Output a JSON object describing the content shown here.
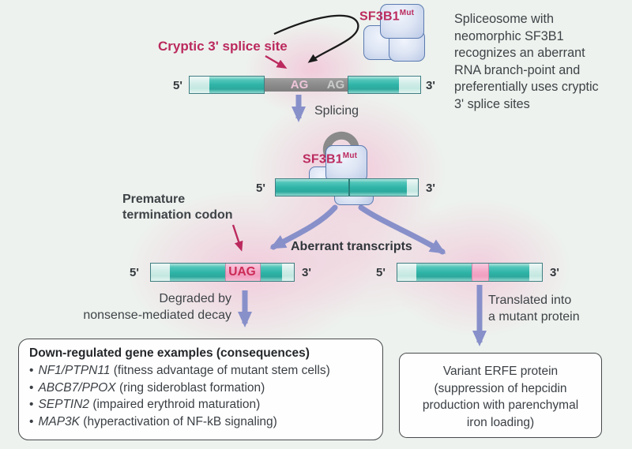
{
  "labels": {
    "cryptic_site": "Cryptic 3' splice site",
    "sf3b1": "SF3B1",
    "mut": "Mut",
    "spliceosome_note": "Spliceosome with\nneomorphic SF3B1\nrecognizes an aberrant\nRNA branch-point and\npreferentially uses cryptic\n3' splice sites",
    "splicing": "Splicing",
    "premature": "Premature\ntermination codon",
    "aberrant": "Aberrant transcripts",
    "degraded": "Degraded by\nnonsense-mediated decay",
    "translated": "Translated into\na mutant protein"
  },
  "pre_mrna": {
    "five_prime": "5'",
    "three_prime": "3'",
    "ag_cryptic": "AG",
    "ag_canonical": "AG"
  },
  "spliced_mrna": {
    "five_prime": "5'",
    "three_prime": "3'"
  },
  "nmd_transcript": {
    "five_prime": "5'",
    "three_prime": "3'",
    "stop_codon": "UAG"
  },
  "mutant_transcript": {
    "five_prime": "5'",
    "three_prime": "3'"
  },
  "downregulated_box": {
    "title": "Down-regulated gene examples (consequences)",
    "items": [
      {
        "bullet": "•",
        "gene": "NF1/PTPN11",
        "desc": " (fitness advantage of mutant stem cells)"
      },
      {
        "bullet": "•",
        "gene": "ABCB7/PPOX",
        "desc": " (ring sideroblast formation)"
      },
      {
        "bullet": "•",
        "gene": "SEPTIN2",
        "desc": " (impaired erythroid maturation)"
      },
      {
        "bullet": "•",
        "gene": "MAP3K",
        "desc": " (hyperactivation of NF-kB signaling)"
      }
    ]
  },
  "erfe_box": {
    "text": "Variant ERFE protein\n(suppression of hepcidin\nproduction with parenchymal\niron loading)"
  },
  "colors": {
    "accent_crimson": "#bb2a5e",
    "arrow_purple": "#8890ca",
    "exon_teal": "#2eb3a7",
    "intron_gray": "#8c8c8c",
    "stop_pink": "#f2a9c8",
    "background": "#edf2ee"
  }
}
